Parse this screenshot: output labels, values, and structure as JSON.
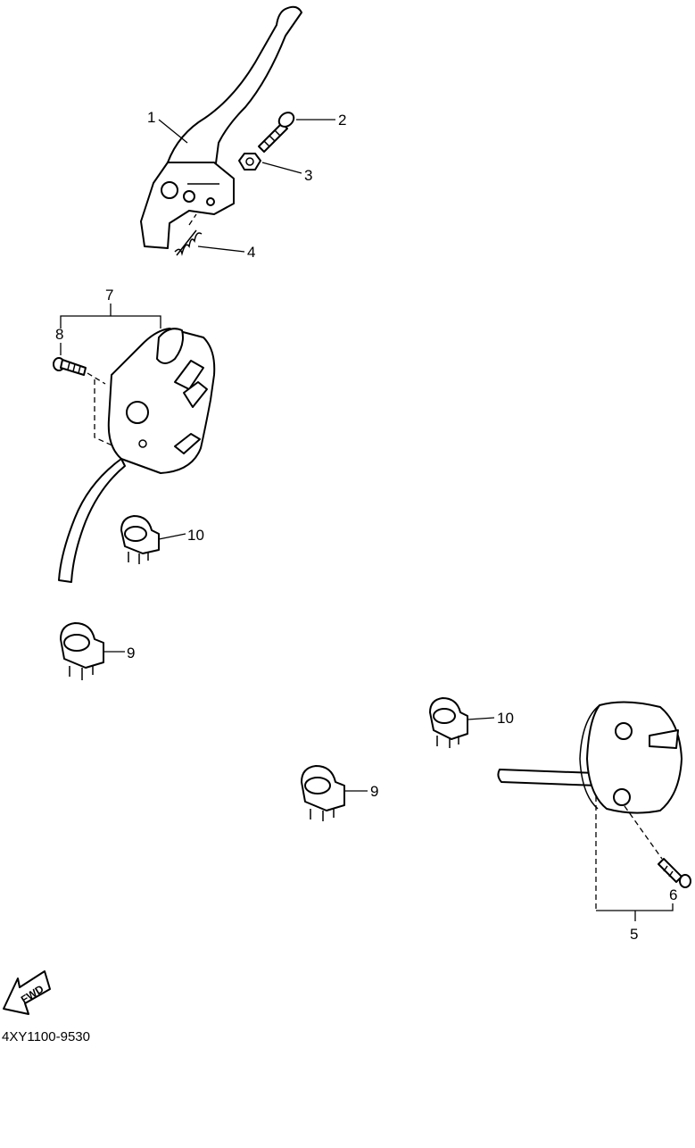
{
  "labels": {
    "p1": "1",
    "p2": "2",
    "p3": "3",
    "p4": "4",
    "p5": "5",
    "p6": "6",
    "p7": "7",
    "p8": "8",
    "p9a": "9",
    "p10a": "10",
    "p9b": "9",
    "p10b": "10"
  },
  "fwd_text": "FWD",
  "diagram_code": "4XY1100-9530",
  "colors": {
    "ink": "#000000",
    "paper": "#ffffff"
  }
}
